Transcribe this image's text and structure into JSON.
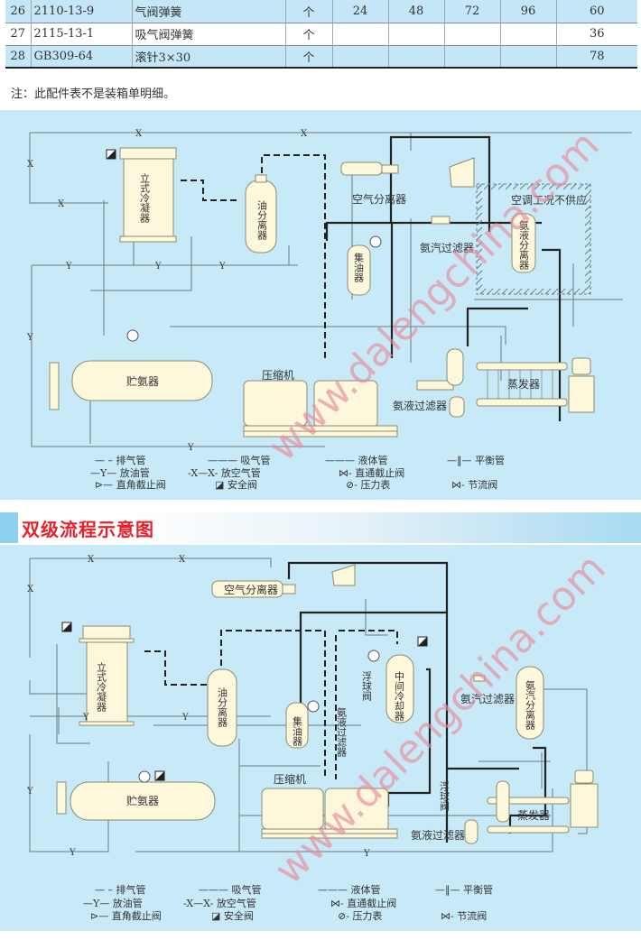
{
  "parts_table": {
    "rows": [
      {
        "no": "26",
        "code": "2110-13-9",
        "name": "气阀弹簧",
        "unit": "个",
        "c1": "24",
        "c2": "48",
        "c3": "72",
        "c4": "96",
        "c5": "60"
      },
      {
        "no": "27",
        "code": "2115-13-1",
        "name": "吸气阀弹簧",
        "unit": "个",
        "c1": "",
        "c2": "",
        "c3": "",
        "c4": "",
        "c5": "36"
      },
      {
        "no": "28",
        "code": "GB309-64",
        "name": "滚针3×30",
        "unit": "个",
        "c1": "",
        "c2": "",
        "c3": "",
        "c4": "",
        "c5": "78"
      }
    ]
  },
  "note": "注：此配件表不是装箱单明细。",
  "diagram1": {
    "labels": {
      "condenser": "立式冷凝器",
      "oil_separator": "油分离器",
      "air_separator": "空气分离器",
      "no_ac": "空调工况不供应",
      "oil_collector": "集油器",
      "gas_filter": "氨汽过滤器",
      "liquid_separator": "氨液分离器",
      "receiver": "贮氨器",
      "compressor": "压缩机",
      "liquid_filter": "氨液过滤器",
      "evaporator": "蒸发器"
    },
    "pipe_marks": {
      "x": "X",
      "y": "Y"
    }
  },
  "section": {
    "title": "双级流程示意图"
  },
  "diagram2": {
    "labels": {
      "air_separator": "空气分离器",
      "condenser": "立式冷凝器",
      "oil_separator": "油分离器",
      "oil_collector": "集油器",
      "liquid_filter_v": "氨液过滤器",
      "float_valve": "浮球阀",
      "intercooler": "中间冷却器",
      "gas_filter": "氨汽过滤器",
      "gas_separator": "氨汽分离器",
      "receiver": "贮氨器",
      "compressor": "压缩机",
      "float_valve2": "浮球阀",
      "liquid_filter": "氨液过滤器",
      "evaporator": "蒸发器"
    },
    "pipe_marks": {
      "x": "X",
      "y": "Y"
    }
  },
  "legend": [
    {
      "symbol": "— –",
      "label": "排气管"
    },
    {
      "symbol": "———",
      "label": "吸气管"
    },
    {
      "symbol": "———",
      "label": "液体管"
    },
    {
      "symbol": "—‖—",
      "label": "平衡管"
    },
    {
      "symbol": "—Y—",
      "label": "放油管"
    },
    {
      "symbol": "—X—X—",
      "label": "放空气管"
    },
    {
      "symbol": "⋈",
      "label": "直通截止阀"
    },
    {
      "symbol": "⊳",
      "label": "直角截止阀"
    },
    {
      "symbol": "◪",
      "label": "安全阀"
    },
    {
      "symbol": "⊘",
      "label": "压力表"
    },
    {
      "symbol": "⋈",
      "label": "节流阀"
    }
  ],
  "watermark": "www.dalengchina.com",
  "colors": {
    "panel_bg": "#c8e9f8",
    "equipment_fill": "#fdf8dc",
    "line": "#6d7a80",
    "thick_line": "#222222",
    "title_red": "#e8202a",
    "watermark": "#e98a9a"
  }
}
